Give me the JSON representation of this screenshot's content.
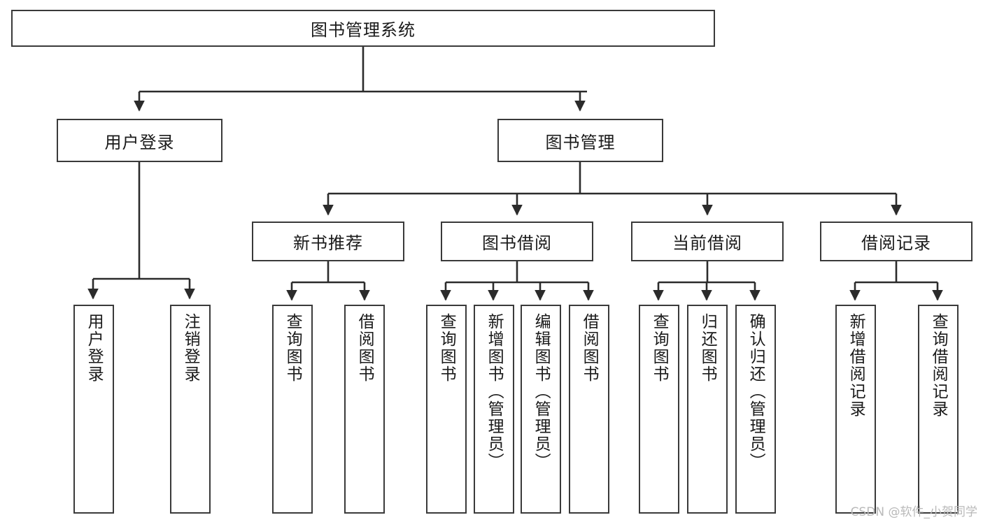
{
  "diagram": {
    "type": "tree-hierarchy-diagram",
    "title": "图书管理系统",
    "colors": {
      "box_border": "#3a3a3a",
      "box_fill": "#ffffff",
      "connector": "#2b2b2b",
      "text": "#1a1a1a",
      "background": "#ffffff",
      "watermark": "#b9b9b9"
    },
    "watermark": "CSDN @软件_小贺同学",
    "levels": {
      "root": {
        "label": "图书管理系统"
      },
      "level2": [
        {
          "id": "user-login",
          "label": "用户登录"
        },
        {
          "id": "book-management",
          "label": "图书管理"
        }
      ],
      "level3": [
        {
          "id": "new-book-recommend",
          "label": "新书推荐",
          "parent": "book-management"
        },
        {
          "id": "book-borrow",
          "label": "图书借阅",
          "parent": "book-management"
        },
        {
          "id": "current-borrow",
          "label": "当前借阅",
          "parent": "book-management"
        },
        {
          "id": "borrow-record",
          "label": "借阅记录",
          "parent": "book-management"
        }
      ],
      "leaves": [
        {
          "id": "leaf-user-login",
          "label": "用户登录",
          "parent": "user-login"
        },
        {
          "id": "leaf-user-logout",
          "label": "注销登录",
          "parent": "user-login"
        },
        {
          "id": "leaf-query-book-1",
          "label": "查询图书",
          "parent": "new-book-recommend"
        },
        {
          "id": "leaf-borrow-book-1",
          "label": "借阅图书",
          "parent": "new-book-recommend"
        },
        {
          "id": "leaf-query-book-2",
          "label": "查询图书",
          "parent": "book-borrow"
        },
        {
          "id": "leaf-add-book",
          "label": "新增图书（管理员）",
          "parent": "book-borrow"
        },
        {
          "id": "leaf-edit-book",
          "label": "编辑图书（管理员）",
          "parent": "book-borrow"
        },
        {
          "id": "leaf-borrow-book-2",
          "label": "借阅图书",
          "parent": "book-borrow"
        },
        {
          "id": "leaf-query-book-3",
          "label": "查询图书",
          "parent": "current-borrow"
        },
        {
          "id": "leaf-return-book",
          "label": "归还图书",
          "parent": "current-borrow"
        },
        {
          "id": "leaf-confirm-return",
          "label": "确认归还（管理员）",
          "parent": "current-borrow"
        },
        {
          "id": "leaf-add-record",
          "label": "新增借阅记录",
          "parent": "borrow-record"
        },
        {
          "id": "leaf-query-record",
          "label": "查询借阅记录",
          "parent": "borrow-record"
        }
      ]
    }
  }
}
